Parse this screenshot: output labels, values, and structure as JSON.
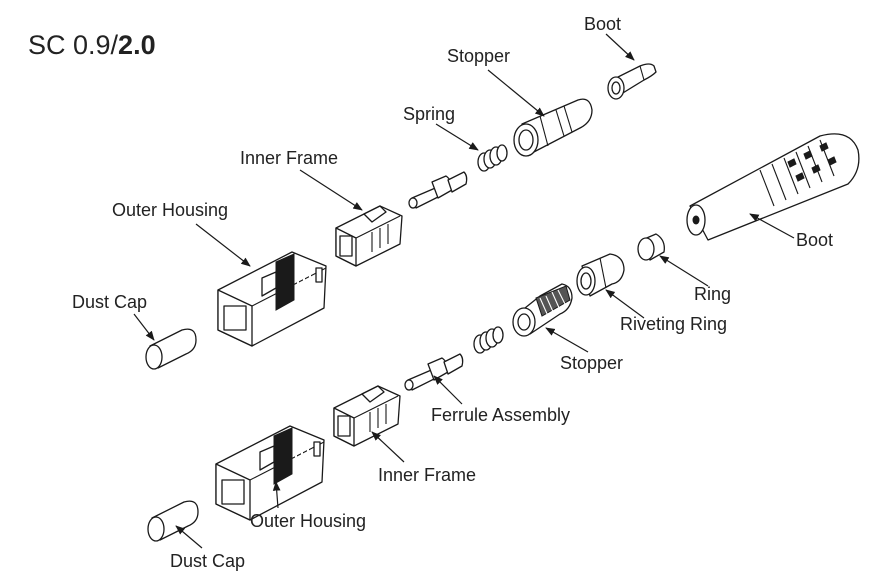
{
  "title": {
    "main": "SC 0.9/",
    "bold": "2.0"
  },
  "labels": {
    "boot_top": "Boot",
    "stopper_top": "Stopper",
    "spring": "Spring",
    "inner_frame_top": "Inner Frame",
    "outer_housing_top": "Outer Housing",
    "dust_cap_top": "Dust Cap",
    "boot_right": "Boot",
    "ring": "Ring",
    "riveting_ring": "Riveting Ring",
    "stopper_bottom": "Stopper",
    "ferrule_assembly": "Ferrule Assembly",
    "inner_frame_bottom": "Inner Frame",
    "outer_housing_bottom": "Outer Housing",
    "dust_cap_bottom": "Dust Cap"
  }
}
